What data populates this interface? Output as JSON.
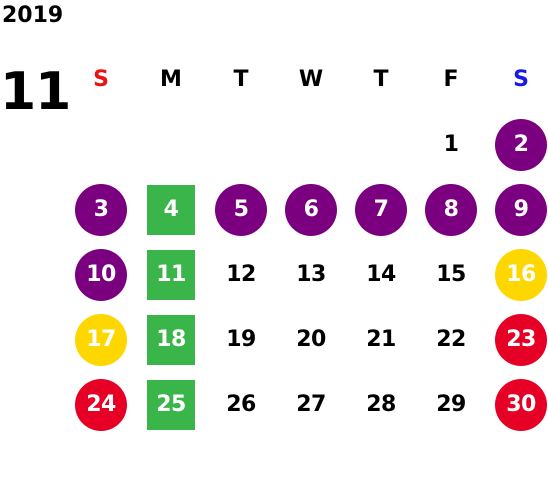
{
  "year": "2019",
  "month": "11",
  "weekdays": [
    "S",
    "M",
    "T",
    "W",
    "T",
    "F",
    "S"
  ],
  "colors": {
    "sunday_header": "#ee1111",
    "saturday_header": "#1a1ae6",
    "purple": "#7b0080",
    "yellow": "#fed700",
    "red": "#e60026",
    "green": "#3ab54a"
  },
  "weeks": [
    [
      "",
      "",
      "",
      "",
      "",
      "1",
      "2"
    ],
    [
      "3",
      "4",
      "5",
      "6",
      "7",
      "8",
      "9"
    ],
    [
      "10",
      "11",
      "12",
      "13",
      "14",
      "15",
      "16"
    ],
    [
      "17",
      "18",
      "19",
      "20",
      "21",
      "22",
      "23"
    ],
    [
      "24",
      "25",
      "26",
      "27",
      "28",
      "29",
      "30"
    ]
  ],
  "styles": [
    [
      "",
      "",
      "",
      "",
      "",
      "",
      "purple"
    ],
    [
      "purple",
      "green",
      "purple",
      "purple",
      "purple",
      "purple",
      "purple"
    ],
    [
      "purple",
      "green",
      "",
      "",
      "",
      "",
      "yellow"
    ],
    [
      "yellow",
      "green",
      "",
      "",
      "",
      "",
      "red"
    ],
    [
      "red",
      "green",
      "",
      "",
      "",
      "",
      "red"
    ]
  ]
}
